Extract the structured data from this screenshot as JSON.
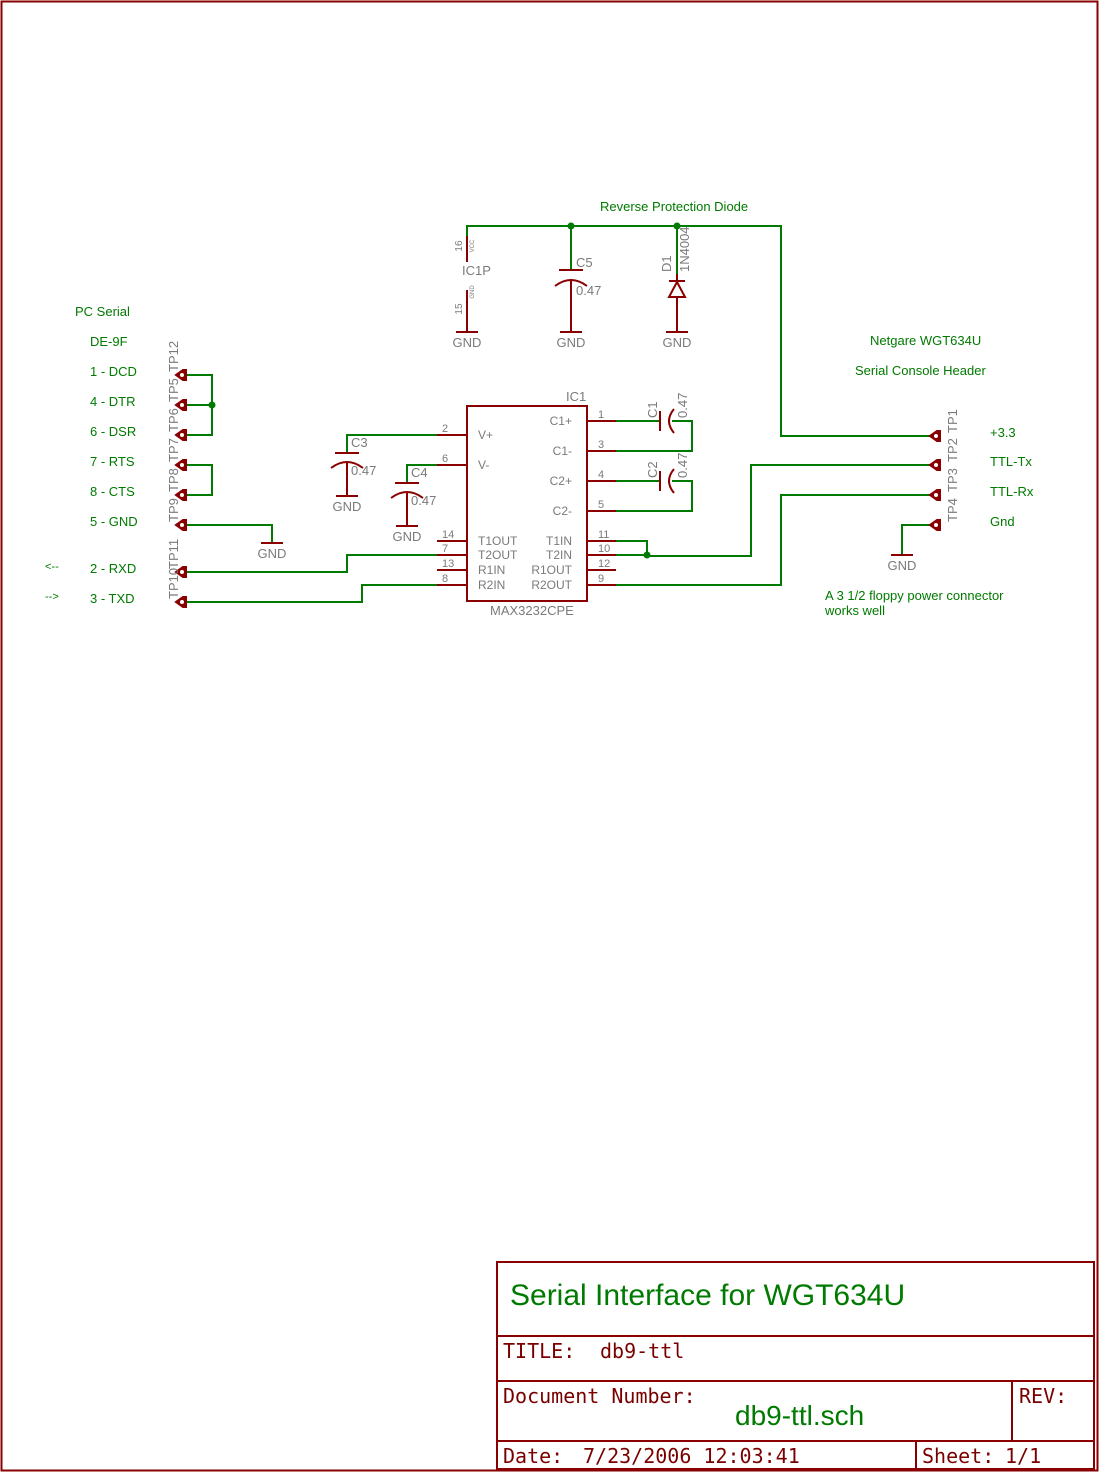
{
  "labels": {
    "pc_serial": "PC Serial",
    "de9f": "DE-9F",
    "reverse_diode": "Reverse Protection Diode",
    "netgear": "Netgare WGT634U",
    "serial_console": "Serial Console Header",
    "floppy_line1": "A 3 1/2 floppy power connector",
    "floppy_line2": "works well",
    "arrow_rxd": "<--",
    "arrow_txd": "-->"
  },
  "db9_pins": [
    "1 - DCD",
    "4 - DTR",
    "6 - DSR",
    "7 - RTS",
    "8 - CTS",
    "5 - GND",
    "2 - RXD",
    "3 - TXD"
  ],
  "db9_testpoints": [
    "TP12",
    "TP5",
    "TP6",
    "TP7",
    "TP8",
    "TP9",
    "TP11",
    "TP10"
  ],
  "header_pins": [
    "+3.3",
    "TTL-Tx",
    "TTL-Rx",
    "Gnd"
  ],
  "header_testpoints": [
    "TP1",
    "TP2",
    "TP3",
    "TP4"
  ],
  "ic": {
    "ref": "IC1",
    "value": "MAX3232CPE",
    "left_pins": [
      {
        "num": "2",
        "name": "V+"
      },
      {
        "num": "6",
        "name": "V-"
      },
      {
        "num": "14",
        "name": "T1OUT"
      },
      {
        "num": "7",
        "name": "T2OUT"
      },
      {
        "num": "13",
        "name": "R1IN"
      },
      {
        "num": "8",
        "name": "R2IN"
      }
    ],
    "right_pins": [
      {
        "num": "1",
        "name": "C1+"
      },
      {
        "num": "3",
        "name": "C1-"
      },
      {
        "num": "4",
        "name": "C2+"
      },
      {
        "num": "5",
        "name": "C2-"
      },
      {
        "num": "11",
        "name": "T1IN"
      },
      {
        "num": "10",
        "name": "T2IN"
      },
      {
        "num": "12",
        "name": "R1OUT"
      },
      {
        "num": "9",
        "name": "R2OUT"
      }
    ],
    "power_ref": "IC1P",
    "vcc_pin": "16",
    "vcc_name": "VCC",
    "gnd_pin": "15",
    "gnd_name": "GND"
  },
  "capacitors": [
    {
      "ref": "C1",
      "value": "0.47"
    },
    {
      "ref": "C2",
      "value": "0.47"
    },
    {
      "ref": "C3",
      "value": "0.47"
    },
    {
      "ref": "C4",
      "value": "0.47"
    },
    {
      "ref": "C5",
      "value": "0.47"
    }
  ],
  "diode": {
    "ref": "D1",
    "value": "1N4004"
  },
  "gnd_label": "GND",
  "title_block": {
    "heading": "Serial Interface for WGT634U",
    "title_label": "TITLE:",
    "title_value": "db9-ttl",
    "docnum_label": "Document Number:",
    "docnum_value": "db9-ttl.sch",
    "rev_label": "REV:",
    "date_label": "Date:",
    "date_value": "7/23/2006 12:03:41",
    "sheet_label": "Sheet:",
    "sheet_value": "1/1"
  },
  "colors": {
    "wire": "#007a00",
    "part": "#8a0000",
    "frame": "#8a0000",
    "part_label": "#7a7a7a"
  }
}
